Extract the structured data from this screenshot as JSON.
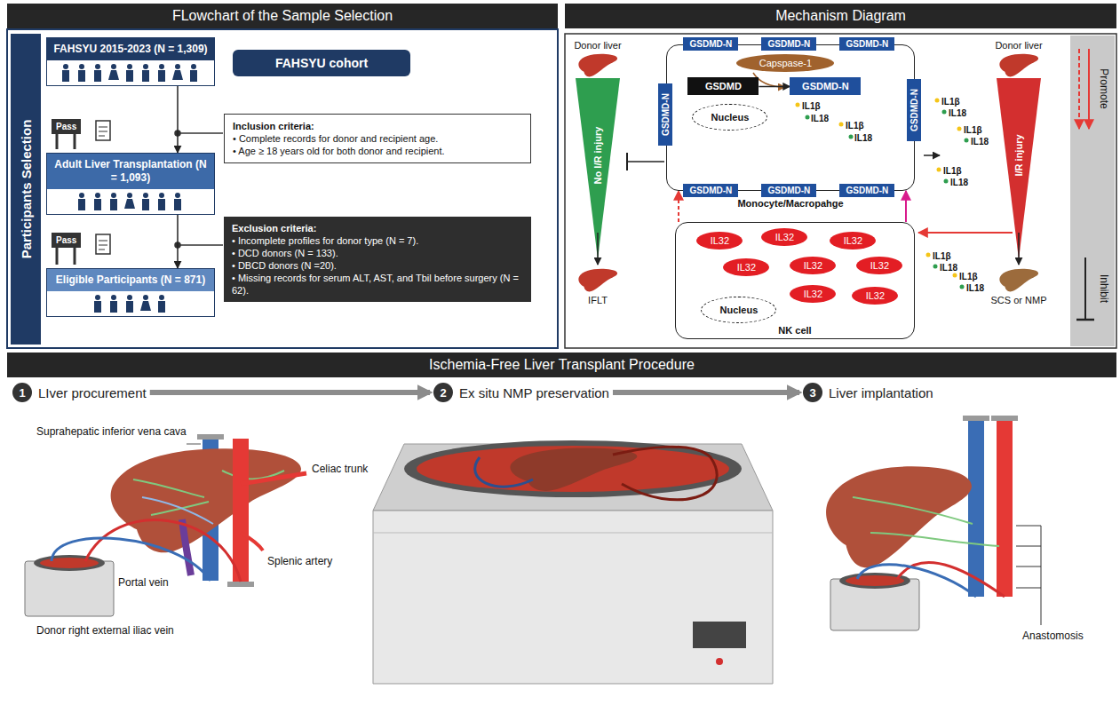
{
  "diagram": {
    "nodes": [
      {
        "text": [
          "FLowchart of the Sample Selection"
        ]
      },
      {
        "text": [
          "Mechanism Diagram"
        ]
      },
      {
        "text": [
          "Participants Selection"
        ]
      },
      {
        "text": [
          "FAHSYU 2015-2023 (N = 1,309)"
        ]
      },
      {
        "text": [
          "FAHSYU cohort"
        ]
      },
      {
        "text": [
          "Inclusion criteria:",
          "• Complete records for donor and recipient age.",
          "• Age ≥ 18 years old for both donor and recipient."
        ]
      },
      {
        "text": [
          "Adult Liver Transplantation (N = 1,093)"
        ]
      },
      {
        "text": [
          "Exclusion criteria:",
          "• Incomplete profiles for donor type (N = 7).",
          "• DCD donors (N = 133).",
          "• DBCD donors (N =20).",
          "• Missing records for serum ALT, AST, and Tbil before surgery (N = 62)."
        ]
      },
      {
        "text": [
          "Eligible Participants (N = 871)"
        ]
      },
      {
        "text": [
          "Monocyte/Macropahge"
        ]
      },
      {
        "text": [
          "GSDMD-N"
        ],
        "in": 9
      },
      {
        "text": [
          "GSDMD-N"
        ],
        "in": 9
      },
      {
        "text": [
          "GSDMD-N"
        ],
        "in": 9
      },
      {
        "text": [
          "GSDMD-N"
        ],
        "in": 9
      },
      {
        "text": [
          "GSDMD-N"
        ],
        "in": 9
      },
      {
        "text": [
          "GSDMD-N"
        ],
        "in": 9
      },
      {
        "text": [
          "GSDMD-N"
        ],
        "in": 9
      },
      {
        "text": [
          "GSDMD-N"
        ],
        "in": 9
      },
      {
        "text": [
          "Capspase-1"
        ],
        "in": 9
      },
      {
        "text": [
          "GSDMD"
        ],
        "in": 9
      },
      {
        "text": [
          "GSDMD-N"
        ],
        "in": 9
      },
      {
        "text": [
          "Nucleus"
        ],
        "in": 9
      },
      {
        "text": [
          "NK cell"
        ]
      },
      {
        "text": [
          "IL32"
        ],
        "in": 22
      },
      {
        "text": [
          "IL32"
        ],
        "in": 22
      },
      {
        "text": [
          "IL32"
        ],
        "in": 22
      },
      {
        "text": [
          "IL32"
        ],
        "in": 22
      },
      {
        "text": [
          "IL32"
        ],
        "in": 22
      },
      {
        "text": [
          "IL32"
        ],
        "in": 22
      },
      {
        "text": [
          "IL32"
        ],
        "in": 22
      },
      {
        "text": [
          "IL32"
        ],
        "in": 22
      },
      {
        "text": [
          "Nucleus"
        ],
        "in": 22
      },
      {
        "text": [
          "Ischemia-Free Liver Transplant Procedure"
        ]
      },
      {
        "text": [
          "1",
          "LIver procurement"
        ]
      },
      {
        "text": [
          "2",
          "Ex situ NMP preservation"
        ]
      },
      {
        "text": [
          "3",
          "Liver implantation"
        ]
      }
    ],
    "edges": [
      {
        "from": 3,
        "to": 6,
        "arrow": "to"
      },
      {
        "from": 6,
        "to": 8,
        "arrow": "to"
      },
      {
        "from": 19,
        "to": 20,
        "arrow": "to"
      },
      {
        "from": 22,
        "to": 9,
        "arrow": "to"
      },
      {
        "from": 22,
        "to": 9,
        "arrow": "to"
      },
      {
        "from": 33,
        "to": 34,
        "arrow": "to"
      },
      {
        "from": 34,
        "to": 35,
        "arrow": "to"
      }
    ],
    "labels": [
      "Pass",
      "Pass",
      "IL1β",
      "IL18",
      "IL1β",
      "IL18",
      "Donor liver",
      "No I/R injury",
      "IFLT",
      "Donor liver",
      "I/R injury",
      "SCS or NMP",
      "IL1β",
      "IL18",
      "IL1β",
      "IL18",
      "IL1β",
      "IL18",
      "IL1β",
      "IL18",
      "IL1β",
      "IL18",
      "Suprahepatic inferior vena cava",
      "Celiac trunk",
      "Splenic artery",
      "Portal vein",
      "Donor right external iliac vein",
      "Anastomosis"
    ],
    "legend": [
      {
        "text": "Promote"
      },
      {
        "text": "Inhibit"
      }
    ]
  }
}
